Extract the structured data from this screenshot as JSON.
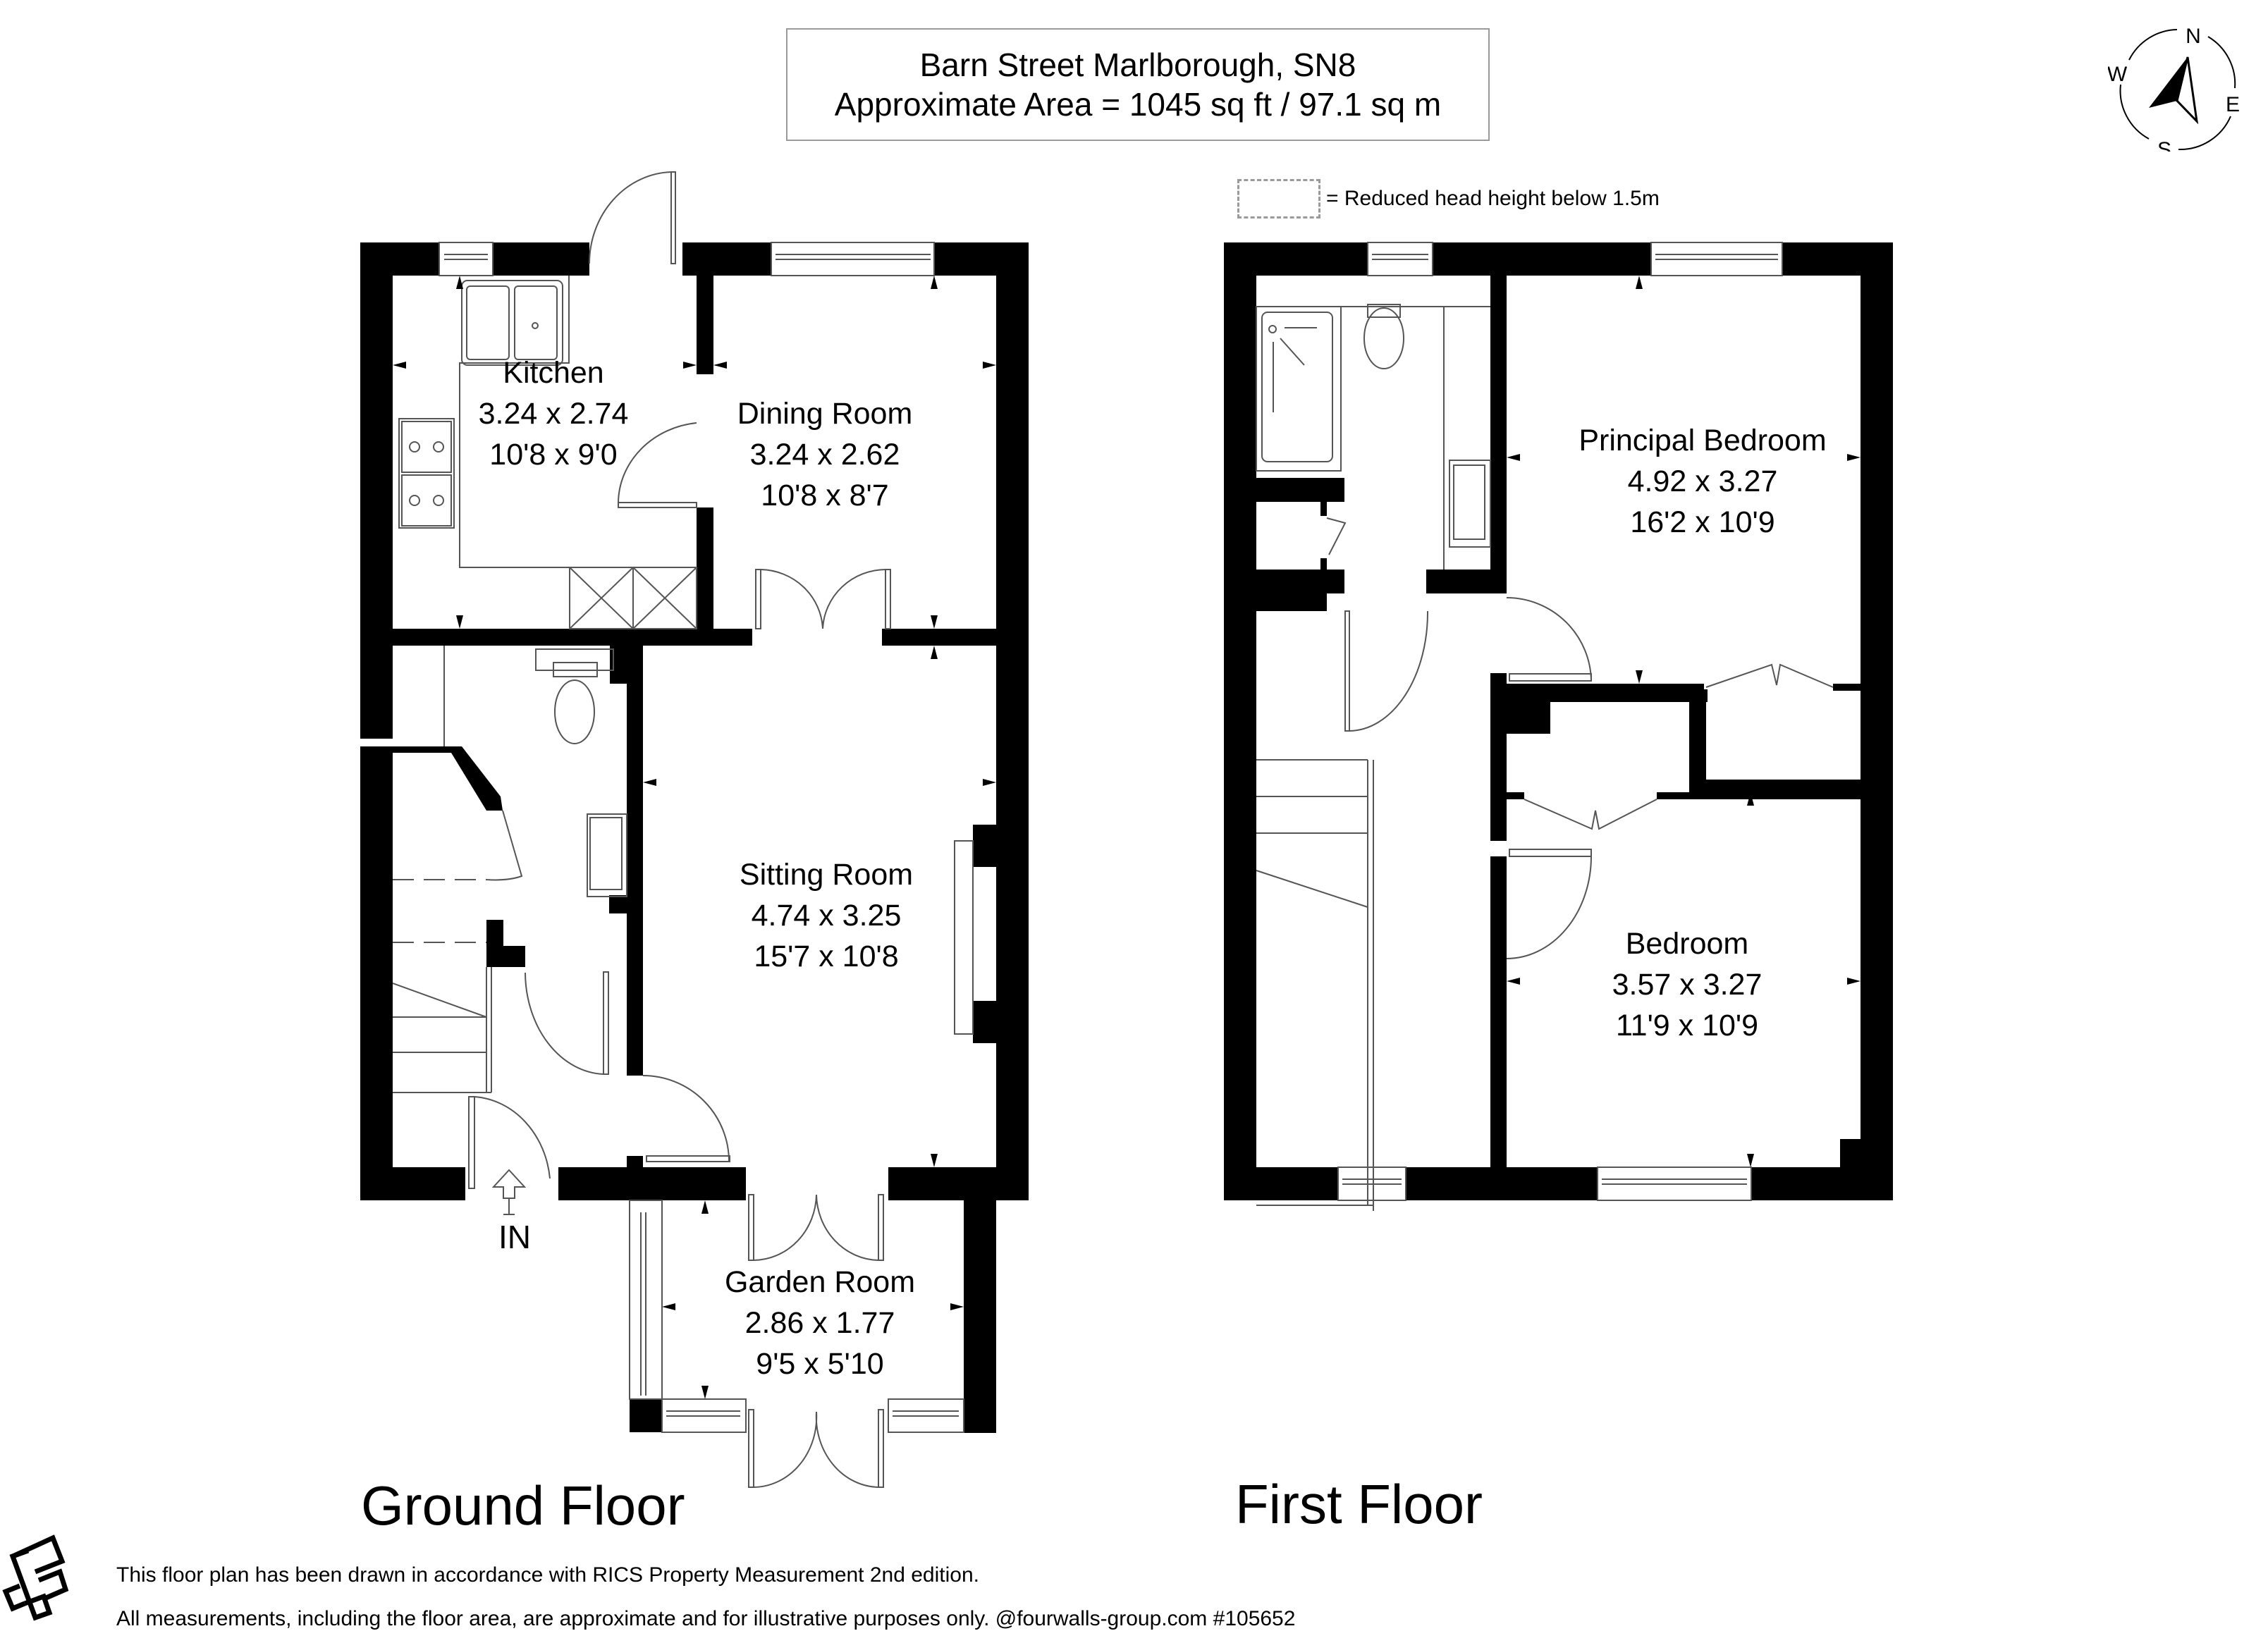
{
  "header": {
    "address": "Barn Street Marlborough, SN8",
    "area": "Approximate Area = 1045 sq ft / 97.1 sq m"
  },
  "legend": {
    "text": "= Reduced head height below 1.5m",
    "swatch": "dashed-box"
  },
  "compass": {
    "north": "N",
    "east": "E",
    "south": "S",
    "west": "W"
  },
  "floors": [
    {
      "label": "Ground Floor",
      "entry_label": "IN",
      "rooms": [
        {
          "name": "Kitchen",
          "metric": "3.24 x 2.74",
          "imperial": "10'8 x 9'0"
        },
        {
          "name": "Dining Room",
          "metric": "3.24 x 2.62",
          "imperial": "10'8 x 8'7"
        },
        {
          "name": "Sitting Room",
          "metric": "4.74 x 3.25",
          "imperial": "15'7 x 10'8"
        },
        {
          "name": "Garden Room",
          "metric": "2.86 x 1.77",
          "imperial": "9'5 x 5'10"
        }
      ]
    },
    {
      "label": "First Floor",
      "rooms": [
        {
          "name": "Principal Bedroom",
          "metric": "4.92 x 3.27",
          "imperial": "16'2 x 10'9"
        },
        {
          "name": "Bedroom",
          "metric": "3.57 x 3.27",
          "imperial": "11'9 x 10'9"
        }
      ]
    }
  ],
  "footer": {
    "line1": "This floor plan has been drawn in accordance with RICS Property Measurement 2nd edition.",
    "line2": "All measurements, including the floor area, are approximate and for illustrative purposes only. @fourwalls-group.com #105652"
  },
  "colors": {
    "wall": "#000000",
    "fixture_line": "#555555",
    "border": "#9a9a9a",
    "background": "#ffffff"
  }
}
